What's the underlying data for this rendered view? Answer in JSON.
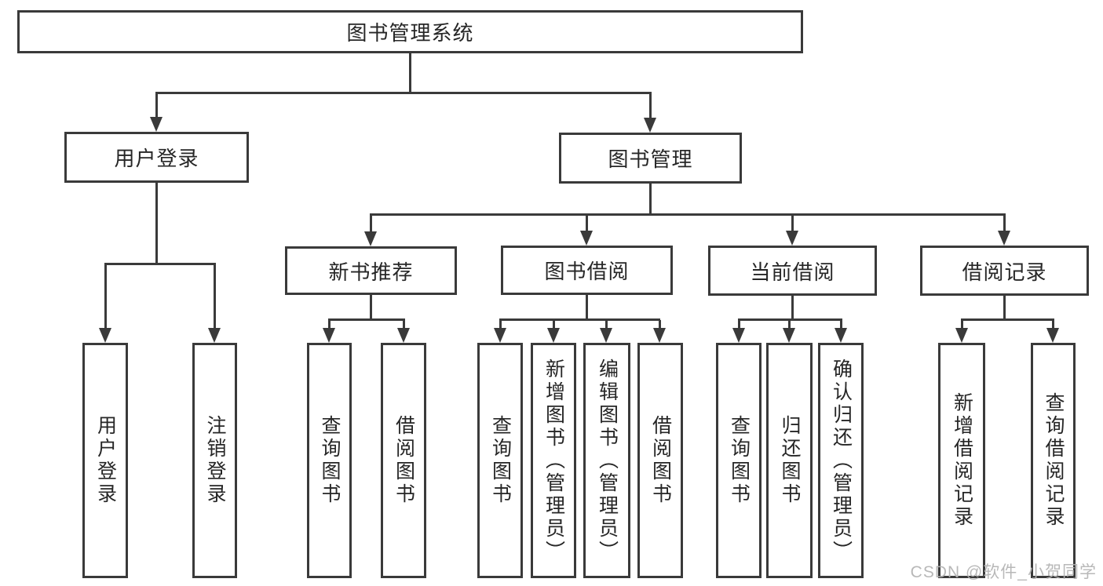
{
  "tree": {
    "root": "图书管理系统",
    "children": [
      {
        "label": "用户登录",
        "children": [
          "用户登录",
          "注销登录"
        ]
      },
      {
        "label": "图书管理",
        "children": [
          {
            "label": "新书推荐",
            "children": [
              "查询图书",
              "借阅图书"
            ]
          },
          {
            "label": "图书借阅",
            "children": [
              "查询图书",
              "新增图书（管理员）",
              "编辑图书（管理员）",
              "借阅图书"
            ]
          },
          {
            "label": "当前借阅",
            "children": [
              "查询图书",
              "归还图书",
              "确认归还（管理员）"
            ]
          },
          {
            "label": "借阅记录",
            "children": [
              "新增借阅记录",
              "查询借阅记录"
            ]
          }
        ]
      }
    ]
  },
  "watermark": {
    "text": "CSDN @软件_小贺同学"
  },
  "colors": {
    "line": "#3a3a3a",
    "text": "#262626",
    "watermark": "#b3b3b3",
    "background": "#ffffff"
  }
}
